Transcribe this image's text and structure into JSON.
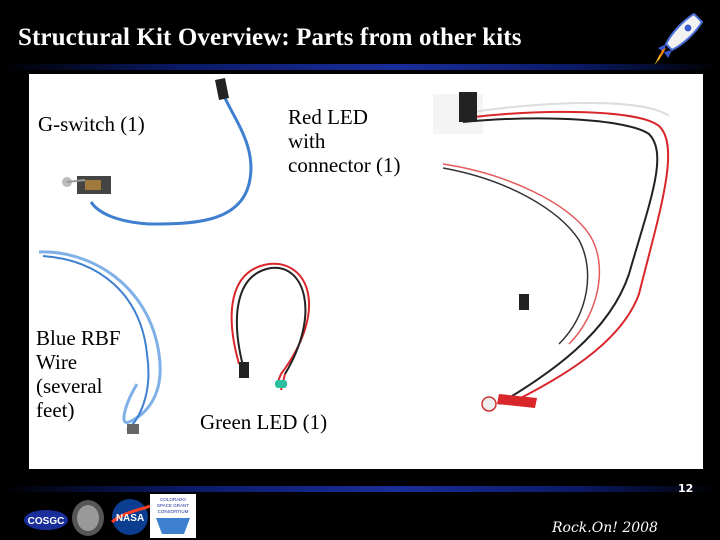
{
  "slide": {
    "title": "Structural Kit Overview: Parts from other kits",
    "number": "12",
    "footer": "Rock.On! 2008"
  },
  "labels": {
    "g_switch": [
      "G-switch (1)"
    ],
    "red_led": [
      "Red LED",
      "with",
      "connector (1)"
    ],
    "blue_rbf": [
      "Blue RBF",
      "Wire",
      "(several",
      "feet)"
    ],
    "green_led": [
      "Green LED (1)"
    ]
  },
  "logos": {
    "cosgc": "COSGC",
    "nasa": "NASA",
    "consortium": [
      "COLORADO",
      "SPACE GRANT",
      "CONSORTIUM"
    ]
  },
  "colors": {
    "accent_bar": "#1a2e9a",
    "blue_wire": "#3f7fd0",
    "red_wire": "#d8262b",
    "black_wire": "#222222"
  }
}
